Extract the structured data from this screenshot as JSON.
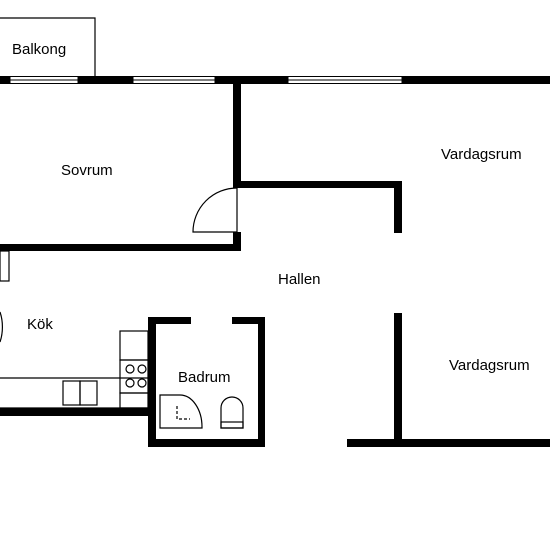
{
  "colors": {
    "wall": "#000000",
    "background": "#ffffff",
    "line": "#000000"
  },
  "rooms": {
    "balcony": "Balkong",
    "bedroom": "Sovrum",
    "living_room_top": "Vardagsrum",
    "hall": "Hallen",
    "kitchen": "Kök",
    "bathroom": "Badrum",
    "living_room_bottom": "Vardagsrum"
  }
}
